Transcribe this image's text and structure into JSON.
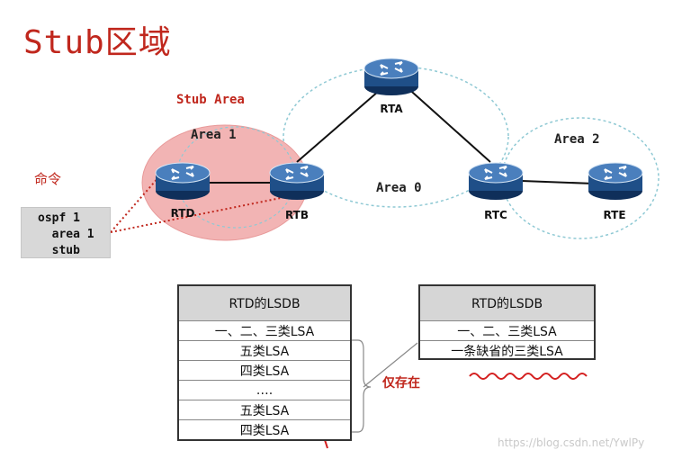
{
  "title": "Stub区域",
  "areas": {
    "stub_area_label": "Stub Area",
    "area1": "Area 1",
    "area0": "Area 0",
    "area2": "Area 2"
  },
  "routers": {
    "rta": "RTA",
    "rtb": "RTB",
    "rtc": "RTC",
    "rtd": "RTD",
    "rte": "RTE"
  },
  "command": {
    "heading": "命令",
    "lines": [
      "ospf 1",
      "  area 1",
      "  stub"
    ]
  },
  "left_table": {
    "header": "RTD的LSDB",
    "rows": [
      "一、二、三类LSA",
      "五类LSA",
      "四类LSA",
      "….",
      "五类LSA",
      "四类LSA"
    ]
  },
  "right_table": {
    "header": "RTD的LSDB",
    "rows": [
      "一、二、三类LSA",
      "一条缺省的三类LSA"
    ]
  },
  "annotation": "仅存在",
  "watermark": "https://blog.csdn.net/YwlPy",
  "colors": {
    "accent_red": "#c0271d",
    "stub_fill": "#f2b4b4",
    "router_blue": "#1f4f88",
    "table_header": "#d6d6d6",
    "dashed_area": "#8fc9d4"
  }
}
